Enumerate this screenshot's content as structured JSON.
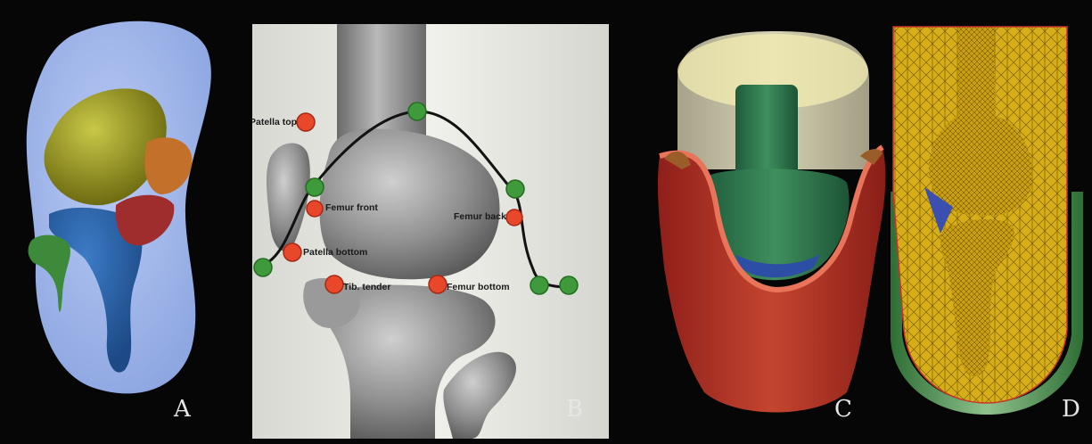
{
  "panels": [
    {
      "id": "A",
      "label": "A"
    },
    {
      "id": "B",
      "label": "B"
    },
    {
      "id": "C",
      "label": "C"
    },
    {
      "id": "D",
      "label": "D"
    }
  ],
  "landmarks": {
    "patella_top": "Patella top",
    "femur_front": "Femur front",
    "femur_back": "Femur back",
    "patella_bottom": "Patella bottom",
    "tibia_tender": "Tib. tender",
    "femur_bottom": "Femur bottom"
  },
  "colors": {
    "background": "#060606",
    "skin_blue": "#9fb6ea",
    "bone_grey": "#8f8f8f",
    "landmark_red": "#e8472a",
    "landmark_green": "#3e9a3a",
    "liner_red": "#b8392a",
    "mesh_yellow": "#d9b21a"
  }
}
